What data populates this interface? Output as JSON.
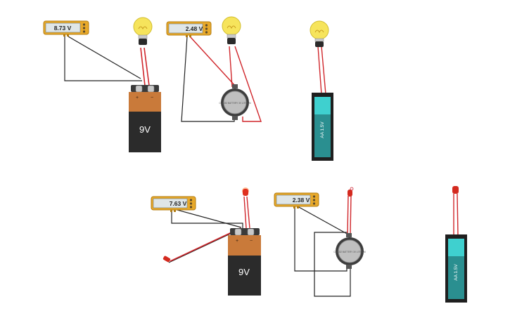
{
  "meters": [
    {
      "reading": "8.73 V"
    },
    {
      "reading": "2.48 V"
    },
    {
      "reading": "7.63 V"
    },
    {
      "reading": "2.38 V"
    }
  ],
  "batteries": {
    "nine_volt": {
      "label": "9V",
      "plus": "+",
      "minus": "−"
    },
    "aa": {
      "label": "AA 1.5V"
    },
    "coin": {
      "label": "CR2032 BATTERY 3V LITHIUM"
    }
  },
  "colors": {
    "wire_red": "#d0262b",
    "wire_black": "#222222",
    "meter_body": "#e8a92a",
    "bulb_glass": "#f6e45c",
    "led_red": "#d42a1f",
    "aa_body": "#2fa6a6",
    "nine_volt_top": "#c97a3a",
    "nine_volt_bottom": "#2b2b2b"
  }
}
